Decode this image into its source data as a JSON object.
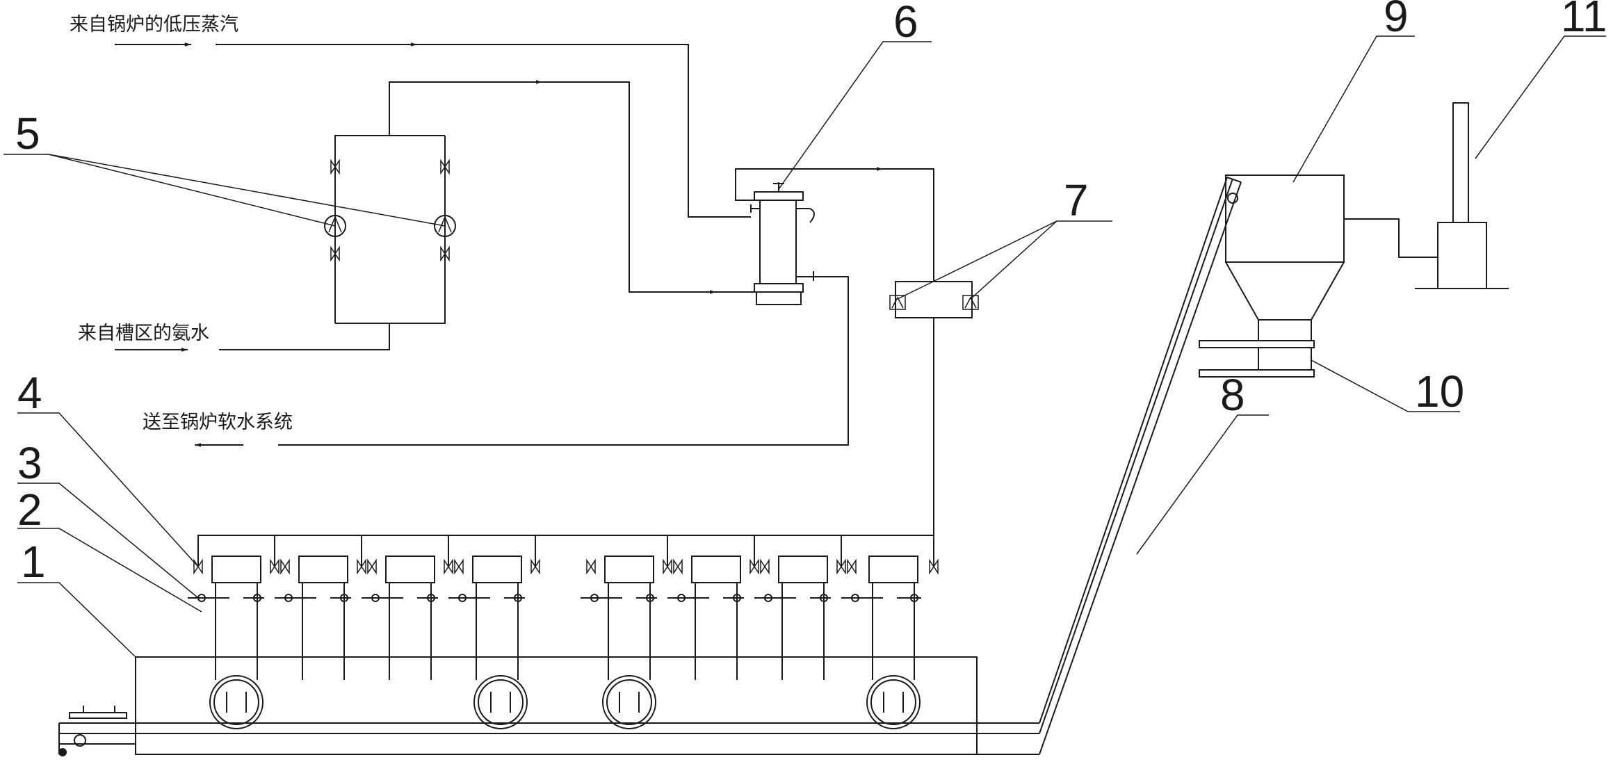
{
  "labels": {
    "steam_in": "来自锅炉的低压蒸汽",
    "ammonia_in": "来自槽区的氨水",
    "to_softwater": "送至锅炉软水系统"
  },
  "numbers": {
    "n1": "1",
    "n2": "2",
    "n3": "3",
    "n4": "4",
    "n5": "5",
    "n6": "6",
    "n7": "7",
    "n8": "8",
    "n9": "9",
    "n10": "10",
    "n11": "11"
  },
  "colors": {
    "line": "#1a1a1a",
    "background": "#ffffff"
  }
}
